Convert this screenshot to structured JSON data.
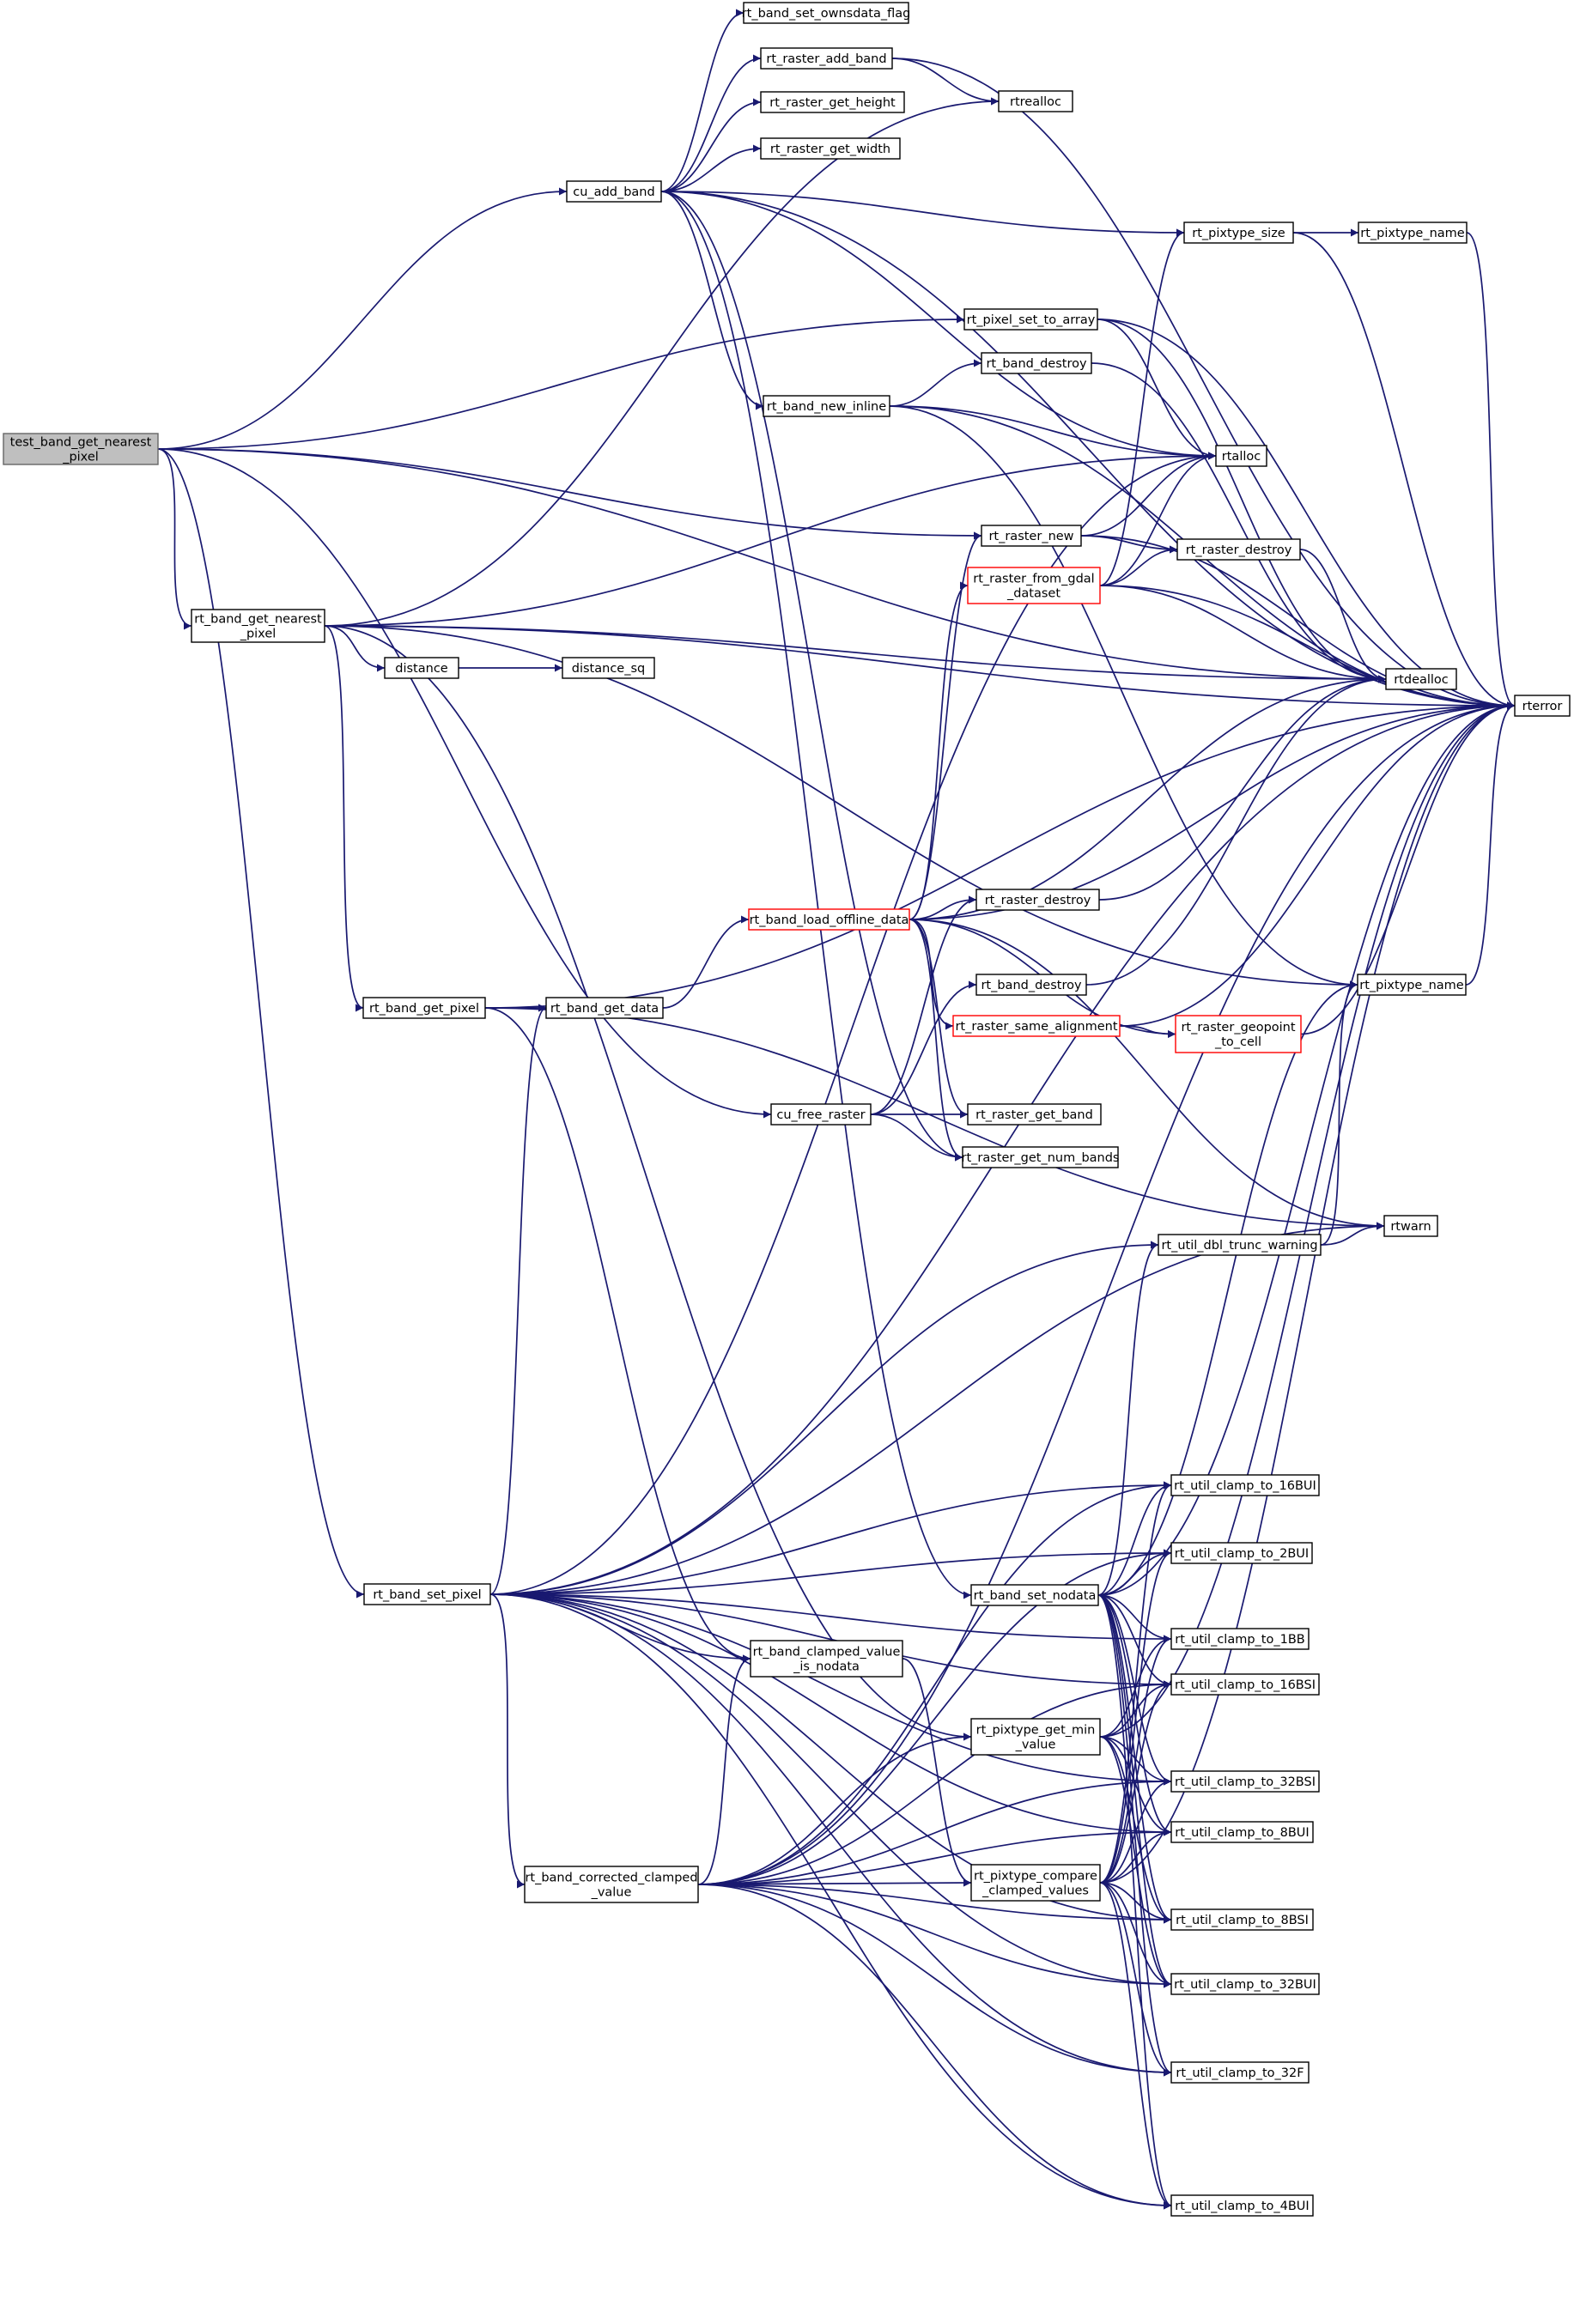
{
  "diagram": {
    "edge_color": "#191970",
    "node_fill": "#ffffff",
    "root_fill": "#bfbfbf",
    "truncated_border_color": "#ff0000",
    "nodes": [
      {
        "id": "test_band_get_nearest_pixel",
        "lines": [
          "test_band_get_nearest",
          "_pixel"
        ],
        "kind": "root"
      },
      {
        "id": "cu_add_band",
        "lines": [
          "cu_add_band"
        ]
      },
      {
        "id": "rt_band_get_nearest_pixel",
        "lines": [
          "rt_band_get_nearest",
          "_pixel"
        ]
      },
      {
        "id": "rt_band_set_pixel",
        "lines": [
          "rt_band_set_pixel"
        ]
      },
      {
        "id": "rt_band_set_ownsdata_flag",
        "lines": [
          "rt_band_set_ownsdata_flag"
        ]
      },
      {
        "id": "rt_raster_add_band",
        "lines": [
          "rt_raster_add_band"
        ]
      },
      {
        "id": "rt_raster_get_height",
        "lines": [
          "rt_raster_get_height"
        ]
      },
      {
        "id": "rt_raster_get_width",
        "lines": [
          "rt_raster_get_width"
        ]
      },
      {
        "id": "rt_band_new_inline",
        "lines": [
          "rt_band_new_inline"
        ]
      },
      {
        "id": "rt_pixel_set_to_array",
        "lines": [
          "rt_pixel_set_to_array"
        ]
      },
      {
        "id": "rtrealloc",
        "lines": [
          "rtrealloc"
        ]
      },
      {
        "id": "rt_pixtype_size",
        "lines": [
          "rt_pixtype_size"
        ]
      },
      {
        "id": "rt_pixtype_name_top",
        "lines": [
          "rt_pixtype_name"
        ]
      },
      {
        "id": "rt_band_destroy_top",
        "lines": [
          "rt_band_destroy"
        ]
      },
      {
        "id": "rtalloc",
        "lines": [
          "rtalloc"
        ]
      },
      {
        "id": "rt_raster_new",
        "lines": [
          "rt_raster_new"
        ]
      },
      {
        "id": "rt_raster_from_gdal_dataset",
        "lines": [
          "rt_raster_from_gdal",
          "_dataset"
        ],
        "kind": "truncated"
      },
      {
        "id": "rt_raster_destroy_top",
        "lines": [
          "rt_raster_destroy"
        ]
      },
      {
        "id": "rtdealloc",
        "lines": [
          "rtdealloc"
        ]
      },
      {
        "id": "rterror",
        "lines": [
          "rterror"
        ]
      },
      {
        "id": "distance",
        "lines": [
          "distance"
        ]
      },
      {
        "id": "distance_sq",
        "lines": [
          "distance_sq"
        ]
      },
      {
        "id": "rt_band_load_offline_data",
        "lines": [
          "rt_band_load_offline_data"
        ],
        "kind": "truncated"
      },
      {
        "id": "rt_raster_destroy_mid",
        "lines": [
          "rt_raster_destroy"
        ]
      },
      {
        "id": "rt_band_destroy_mid",
        "lines": [
          "rt_band_destroy"
        ]
      },
      {
        "id": "rt_raster_same_alignment",
        "lines": [
          "rt_raster_same_alignment"
        ],
        "kind": "truncated"
      },
      {
        "id": "rt_raster_geopoint_to_cell",
        "lines": [
          "rt_raster_geopoint",
          "_to_cell"
        ],
        "kind": "truncated"
      },
      {
        "id": "rt_pixtype_name_mid",
        "lines": [
          "rt_pixtype_name"
        ]
      },
      {
        "id": "rt_band_get_pixel",
        "lines": [
          "rt_band_get_pixel"
        ]
      },
      {
        "id": "rt_band_get_data",
        "lines": [
          "rt_band_get_data"
        ]
      },
      {
        "id": "cu_free_raster",
        "lines": [
          "cu_free_raster"
        ]
      },
      {
        "id": "rt_raster_get_band",
        "lines": [
          "rt_raster_get_band"
        ]
      },
      {
        "id": "rt_raster_get_num_bands",
        "lines": [
          "rt_raster_get_num_bands"
        ]
      },
      {
        "id": "rt_util_dbl_trunc_warning",
        "lines": [
          "rt_util_dbl_trunc_warning"
        ]
      },
      {
        "id": "rtwarn",
        "lines": [
          "rtwarn"
        ]
      },
      {
        "id": "rt_util_clamp_to_16BUI",
        "lines": [
          "rt_util_clamp_to_16BUI"
        ]
      },
      {
        "id": "rt_util_clamp_to_2BUI",
        "lines": [
          "rt_util_clamp_to_2BUI"
        ]
      },
      {
        "id": "rt_band_set_nodata",
        "lines": [
          "rt_band_set_nodata"
        ]
      },
      {
        "id": "rt_util_clamp_to_1BB",
        "lines": [
          "rt_util_clamp_to_1BB"
        ]
      },
      {
        "id": "rt_band_clamped_value_is_nodata",
        "lines": [
          "rt_band_clamped_value",
          "_is_nodata"
        ]
      },
      {
        "id": "rt_util_clamp_to_16BSI",
        "lines": [
          "rt_util_clamp_to_16BSI"
        ]
      },
      {
        "id": "rt_pixtype_get_min_value",
        "lines": [
          "rt_pixtype_get_min",
          "_value"
        ]
      },
      {
        "id": "rt_util_clamp_to_32BSI",
        "lines": [
          "rt_util_clamp_to_32BSI"
        ]
      },
      {
        "id": "rt_util_clamp_to_8BUI",
        "lines": [
          "rt_util_clamp_to_8BUI"
        ]
      },
      {
        "id": "rt_band_corrected_clamped_value",
        "lines": [
          "rt_band_corrected_clamped",
          "_value"
        ]
      },
      {
        "id": "rt_pixtype_compare_clamped_values",
        "lines": [
          "rt_pixtype_compare",
          "_clamped_values"
        ]
      },
      {
        "id": "rt_util_clamp_to_8BSI",
        "lines": [
          "rt_util_clamp_to_8BSI"
        ]
      },
      {
        "id": "rt_util_clamp_to_32BUI",
        "lines": [
          "rt_util_clamp_to_32BUI"
        ]
      },
      {
        "id": "rt_util_clamp_to_32F",
        "lines": [
          "rt_util_clamp_to_32F"
        ]
      },
      {
        "id": "rt_util_clamp_to_4BUI",
        "lines": [
          "rt_util_clamp_to_4BUI"
        ]
      }
    ],
    "edges": [
      [
        "test_band_get_nearest_pixel",
        "cu_add_band"
      ],
      [
        "test_band_get_nearest_pixel",
        "rt_band_get_nearest_pixel"
      ],
      [
        "test_band_get_nearest_pixel",
        "rt_band_set_pixel"
      ],
      [
        "test_band_get_nearest_pixel",
        "rt_pixel_set_to_array"
      ],
      [
        "test_band_get_nearest_pixel",
        "rt_raster_new"
      ],
      [
        "test_band_get_nearest_pixel",
        "rtdealloc"
      ],
      [
        "test_band_get_nearest_pixel",
        "cu_free_raster"
      ],
      [
        "cu_add_band",
        "rt_band_set_ownsdata_flag"
      ],
      [
        "cu_add_band",
        "rt_raster_add_band"
      ],
      [
        "cu_add_band",
        "rt_raster_get_height"
      ],
      [
        "cu_add_band",
        "rt_raster_get_width"
      ],
      [
        "cu_add_band",
        "rt_band_new_inline"
      ],
      [
        "cu_add_band",
        "rt_pixtype_size"
      ],
      [
        "cu_add_band",
        "rtalloc"
      ],
      [
        "cu_add_band",
        "rt_raster_get_num_bands"
      ],
      [
        "cu_add_band",
        "rterror"
      ],
      [
        "cu_add_band",
        "rt_band_set_nodata"
      ],
      [
        "rt_raster_add_band",
        "rtrealloc"
      ],
      [
        "rt_raster_add_band",
        "rterror"
      ],
      [
        "rt_band_new_inline",
        "rt_band_destroy_top"
      ],
      [
        "rt_band_new_inline",
        "rtalloc"
      ],
      [
        "rt_band_new_inline",
        "rt_pixtype_name_mid"
      ],
      [
        "rt_band_new_inline",
        "rterror"
      ],
      [
        "rt_band_destroy_top",
        "rtdealloc"
      ],
      [
        "rt_pixel_set_to_array",
        "rtalloc"
      ],
      [
        "rt_pixel_set_to_array",
        "rtdealloc"
      ],
      [
        "rt_pixel_set_to_array",
        "rterror"
      ],
      [
        "rt_pixtype_size",
        "rt_pixtype_name_top"
      ],
      [
        "rt_pixtype_size",
        "rterror"
      ],
      [
        "rt_pixtype_name_top",
        "rterror"
      ],
      [
        "rt_raster_new",
        "rtalloc"
      ],
      [
        "rt_raster_new",
        "rt_raster_destroy_top"
      ],
      [
        "rt_raster_new",
        "rterror"
      ],
      [
        "rt_raster_from_gdal_dataset",
        "rtalloc"
      ],
      [
        "rt_raster_from_gdal_dataset",
        "rt_pixtype_size"
      ],
      [
        "rt_raster_from_gdal_dataset",
        "rt_raster_destroy_top"
      ],
      [
        "rt_raster_from_gdal_dataset",
        "rtdealloc"
      ],
      [
        "rt_raster_from_gdal_dataset",
        "rterror"
      ],
      [
        "rt_raster_destroy_top",
        "rtdealloc"
      ],
      [
        "rt_band_get_nearest_pixel",
        "rtrealloc"
      ],
      [
        "rt_band_get_nearest_pixel",
        "rtalloc"
      ],
      [
        "rt_band_get_nearest_pixel",
        "distance"
      ],
      [
        "rt_band_get_nearest_pixel",
        "rtdealloc"
      ],
      [
        "rt_band_get_nearest_pixel",
        "rterror"
      ],
      [
        "rt_band_get_nearest_pixel",
        "rt_pixtype_name_mid"
      ],
      [
        "rt_band_get_nearest_pixel",
        "rt_band_get_pixel"
      ],
      [
        "rt_band_get_nearest_pixel",
        "rt_pixtype_get_min_value"
      ],
      [
        "distance",
        "distance_sq"
      ],
      [
        "rt_band_load_offline_data",
        "rt_raster_new"
      ],
      [
        "rt_band_load_offline_data",
        "rt_raster_from_gdal_dataset"
      ],
      [
        "rt_band_load_offline_data",
        "rtdealloc"
      ],
      [
        "rt_band_load_offline_data",
        "rterror"
      ],
      [
        "rt_band_load_offline_data",
        "rt_raster_destroy_mid"
      ],
      [
        "rt_band_load_offline_data",
        "rt_raster_same_alignment"
      ],
      [
        "rt_band_load_offline_data",
        "rt_raster_geopoint_to_cell"
      ],
      [
        "rt_band_load_offline_data",
        "rt_raster_get_band"
      ],
      [
        "rt_band_load_offline_data",
        "rt_raster_get_num_bands"
      ],
      [
        "rt_band_load_offline_data",
        "rtwarn"
      ],
      [
        "rt_raster_destroy_mid",
        "rtdealloc"
      ],
      [
        "rt_band_destroy_mid",
        "rtdealloc"
      ],
      [
        "rt_raster_same_alignment",
        "rt_raster_geopoint_to_cell"
      ],
      [
        "rt_raster_same_alignment",
        "rterror"
      ],
      [
        "rt_raster_geopoint_to_cell",
        "rterror"
      ],
      [
        "rt_pixtype_name_mid",
        "rterror"
      ],
      [
        "rt_band_get_pixel",
        "rt_band_get_data"
      ],
      [
        "rt_band_get_pixel",
        "rterror"
      ],
      [
        "rt_band_get_pixel",
        "rtwarn"
      ],
      [
        "rt_band_get_pixel",
        "rt_band_clamped_value_is_nodata"
      ],
      [
        "rt_band_get_data",
        "rt_band_load_offline_data"
      ],
      [
        "cu_free_raster",
        "rt_band_destroy_mid"
      ],
      [
        "cu_free_raster",
        "rt_raster_destroy_mid"
      ],
      [
        "cu_free_raster",
        "rt_raster_get_band"
      ],
      [
        "cu_free_raster",
        "rt_raster_get_num_bands"
      ],
      [
        "rt_util_dbl_trunc_warning",
        "rtwarn"
      ],
      [
        "rt_util_dbl_trunc_warning",
        "rt_pixtype_name_mid"
      ],
      [
        "rt_band_set_pixel",
        "rt_band_get_data"
      ],
      [
        "rt_band_set_pixel",
        "rtalloc"
      ],
      [
        "rt_band_set_pixel",
        "rtwarn"
      ],
      [
        "rt_band_set_pixel",
        "rt_util_dbl_trunc_warning"
      ],
      [
        "rt_band_set_pixel",
        "rterror"
      ],
      [
        "rt_band_set_pixel",
        "rt_util_clamp_to_16BUI"
      ],
      [
        "rt_band_set_pixel",
        "rt_util_clamp_to_2BUI"
      ],
      [
        "rt_band_set_pixel",
        "rt_util_clamp_to_1BB"
      ],
      [
        "rt_band_set_pixel",
        "rt_band_clamped_value_is_nodata"
      ],
      [
        "rt_band_set_pixel",
        "rt_util_clamp_to_16BSI"
      ],
      [
        "rt_band_set_pixel",
        "rt_band_corrected_clamped_value"
      ],
      [
        "rt_band_set_pixel",
        "rt_util_clamp_to_32BSI"
      ],
      [
        "rt_band_set_pixel",
        "rt_util_clamp_to_8BUI"
      ],
      [
        "rt_band_set_pixel",
        "rt_util_clamp_to_8BSI"
      ],
      [
        "rt_band_set_pixel",
        "rt_util_clamp_to_32BUI"
      ],
      [
        "rt_band_set_pixel",
        "rt_util_clamp_to_32F"
      ],
      [
        "rt_band_set_pixel",
        "rt_util_clamp_to_4BUI"
      ],
      [
        "rt_band_set_nodata",
        "rt_util_dbl_trunc_warning"
      ],
      [
        "rt_band_set_nodata",
        "rterror"
      ],
      [
        "rt_band_set_nodata",
        "rt_pixtype_name_mid"
      ],
      [
        "rt_band_set_nodata",
        "rt_util_clamp_to_16BUI"
      ],
      [
        "rt_band_set_nodata",
        "rt_util_clamp_to_2BUI"
      ],
      [
        "rt_band_set_nodata",
        "rt_util_clamp_to_1BB"
      ],
      [
        "rt_band_set_nodata",
        "rt_util_clamp_to_16BSI"
      ],
      [
        "rt_band_set_nodata",
        "rt_util_clamp_to_32BSI"
      ],
      [
        "rt_band_set_nodata",
        "rt_util_clamp_to_8BUI"
      ],
      [
        "rt_band_set_nodata",
        "rt_util_clamp_to_8BSI"
      ],
      [
        "rt_band_set_nodata",
        "rt_util_clamp_to_32BUI"
      ],
      [
        "rt_band_set_nodata",
        "rt_util_clamp_to_32F"
      ],
      [
        "rt_band_set_nodata",
        "rt_util_clamp_to_4BUI"
      ],
      [
        "rt_band_clamped_value_is_nodata",
        "rt_pixtype_compare_clamped_values"
      ],
      [
        "rt_pixtype_get_min_value",
        "rterror"
      ],
      [
        "rt_pixtype_get_min_value",
        "rt_util_clamp_to_1BB"
      ],
      [
        "rt_pixtype_get_min_value",
        "rt_util_clamp_to_16BSI"
      ],
      [
        "rt_pixtype_get_min_value",
        "rt_util_clamp_to_32BSI"
      ],
      [
        "rt_pixtype_get_min_value",
        "rt_util_clamp_to_8BUI"
      ],
      [
        "rt_pixtype_get_min_value",
        "rt_util_clamp_to_8BSI"
      ],
      [
        "rt_pixtype_get_min_value",
        "rt_util_clamp_to_32BUI"
      ],
      [
        "rt_band_corrected_clamped_value",
        "rt_band_clamped_value_is_nodata"
      ],
      [
        "rt_band_corrected_clamped_value",
        "rt_pixtype_get_min_value"
      ],
      [
        "rt_band_corrected_clamped_value",
        "rt_pixtype_compare_clamped_values"
      ],
      [
        "rt_band_corrected_clamped_value",
        "rterror"
      ],
      [
        "rt_band_corrected_clamped_value",
        "rt_util_clamp_to_16BUI"
      ],
      [
        "rt_band_corrected_clamped_value",
        "rt_util_clamp_to_2BUI"
      ],
      [
        "rt_band_corrected_clamped_value",
        "rt_util_clamp_to_16BSI"
      ],
      [
        "rt_band_corrected_clamped_value",
        "rt_util_clamp_to_32BSI"
      ],
      [
        "rt_band_corrected_clamped_value",
        "rt_util_clamp_to_8BUI"
      ],
      [
        "rt_band_corrected_clamped_value",
        "rt_util_clamp_to_8BSI"
      ],
      [
        "rt_band_corrected_clamped_value",
        "rt_util_clamp_to_32BUI"
      ],
      [
        "rt_band_corrected_clamped_value",
        "rt_util_clamp_to_32F"
      ],
      [
        "rt_band_corrected_clamped_value",
        "rt_util_clamp_to_4BUI"
      ],
      [
        "rt_pixtype_compare_clamped_values",
        "rterror"
      ],
      [
        "rt_pixtype_compare_clamped_values",
        "rt_util_clamp_to_16BUI"
      ],
      [
        "rt_pixtype_compare_clamped_values",
        "rt_util_clamp_to_2BUI"
      ],
      [
        "rt_pixtype_compare_clamped_values",
        "rt_util_clamp_to_1BB"
      ],
      [
        "rt_pixtype_compare_clamped_values",
        "rt_util_clamp_to_16BSI"
      ],
      [
        "rt_pixtype_compare_clamped_values",
        "rt_util_clamp_to_32BSI"
      ],
      [
        "rt_pixtype_compare_clamped_values",
        "rt_util_clamp_to_8BUI"
      ],
      [
        "rt_pixtype_compare_clamped_values",
        "rt_util_clamp_to_8BSI"
      ],
      [
        "rt_pixtype_compare_clamped_values",
        "rt_util_clamp_to_32BUI"
      ],
      [
        "rt_pixtype_compare_clamped_values",
        "rt_util_clamp_to_32F"
      ],
      [
        "rt_pixtype_compare_clamped_values",
        "rt_util_clamp_to_4BUI"
      ]
    ]
  }
}
